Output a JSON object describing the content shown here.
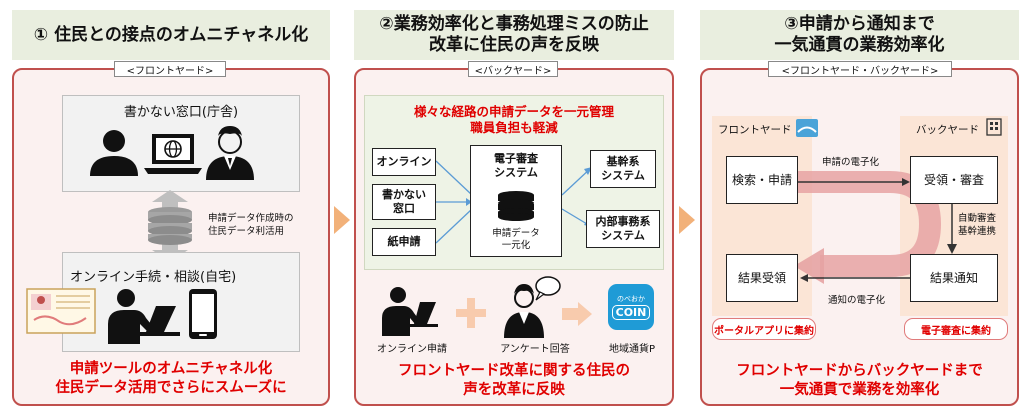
{
  "col1": {
    "header": "① 住民との接点のオムニチャネル化",
    "tag": "<フロントヤード>",
    "top_box_title": "書かない窓口(庁舎)",
    "data_note_line1": "申請データ作成時の",
    "data_note_line2": "住民データ利活用",
    "bottom_box_title": "オンライン手続・相談(自宅)",
    "footer_line1": "申請ツールのオムニチャネル化",
    "footer_line2": "住民データ活用でさらにスムーズに"
  },
  "col2": {
    "header_line1": "②業務効率化と事務処理ミスの防止",
    "header_line2": "改革に住民の声を反映",
    "tag": "<バックヤード>",
    "red_line1": "様々な経路の申請データを一元管理",
    "red_line2": "職員負担も軽減",
    "inputs": [
      "オンライン",
      "書かない\n窓口",
      "紙申請"
    ],
    "center_title_line1": "電子審査",
    "center_title_line2": "システム",
    "center_sub_line1": "申請データ",
    "center_sub_line2": "一元化",
    "outputs": [
      {
        "line1": "基幹系",
        "line2": "システム"
      },
      {
        "line1": "内部事務系",
        "line2": "システム"
      }
    ],
    "label_online": "オンライン申請",
    "label_survey": "アンケート回答",
    "label_coin": "地域通貨P",
    "coin_text_top": "のべおか",
    "coin_text_main": "COIN",
    "footer_line1": "フロントヤード改革に関する住民の",
    "footer_line2": "声を改革に反映"
  },
  "col3": {
    "header_line1": "③申請から通知まで",
    "header_line2": "一気通貫の業務効率化",
    "tag": "<フロントヤード・バックヤード>",
    "front_label": "フロントヤード",
    "back_label": "バックヤード",
    "box_search": "検索・申請",
    "box_receive": "受領・審査",
    "box_result_receive": "結果受領",
    "box_result_notify": "結果通知",
    "arrow_top_label": "申請の電子化",
    "arrow_bottom_label": "通知の電子化",
    "auto_line1": "自動審査",
    "auto_line2": "基幹連携",
    "btn_left": "ポータルアプリに集約",
    "btn_right": "電子審査に集約",
    "footer_line1": "フロントヤードからバックヤードまで",
    "footer_line2": "一気通貫で業務を効率化"
  },
  "colors": {
    "panel_border": "#c0504d",
    "header_bg": "#e9eedf",
    "accent_red": "#e00000",
    "arrow_orange": "#f2b179",
    "shade_pink": "#fbe5d6"
  }
}
